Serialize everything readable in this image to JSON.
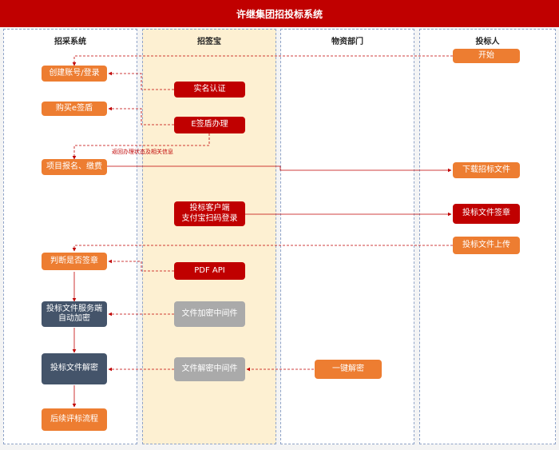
{
  "title": "许继集团招投标系统",
  "lanes": [
    "招采系统",
    "招签宝",
    "物资部门",
    "投标人"
  ],
  "nodes": {
    "start": "开始",
    "create_account": "创建账号/登录",
    "real_name": "实名认证",
    "buy_esign": "购买e签盾",
    "esign_apply": "E签盾办理",
    "project_signup": "项目报名、缴费",
    "download_docs": "下载招标文件",
    "bid_client_l1": "投标客户端",
    "bid_client_l2": "支付宝扫码登录",
    "bid_sign": "投标文件签章",
    "bid_upload": "投标文件上传",
    "judge_sign": "判断是否签章",
    "pdf_api": "PDF API",
    "auto_encrypt_l1": "投标文件服务端",
    "auto_encrypt_l2": "自动加密",
    "encrypt_mw": "文件加密中间件",
    "decrypt": "投标文件解密",
    "decrypt_mw": "文件解密中间件",
    "one_key_decrypt": "一键解密",
    "followup": "后续评标流程"
  },
  "edge_label": "返回办理状态及相关信息",
  "colors": {
    "header": "#c00000",
    "orange": "#ed7d31",
    "red": "#c00000",
    "dark": "#44546a",
    "gray": "#aaaaaa",
    "lane_yellow": "#fdf0d2"
  }
}
